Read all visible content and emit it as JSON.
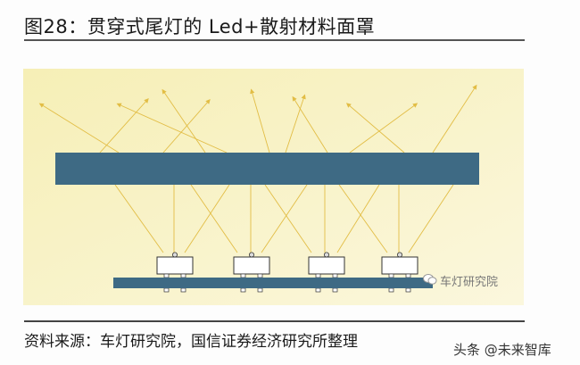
{
  "header": {
    "title": "图28：贯穿式尾灯的 Led+散射材料面罩"
  },
  "figure": {
    "watermark_inner": "车灯研究院",
    "colors": {
      "panel": "#f8f2c2",
      "bar": "#3e6a84",
      "ray": "#e2bd45",
      "led_fill": "#ffffff",
      "led_stroke": "#333333"
    }
  },
  "footer": {
    "source": "资料来源：车灯研究院，国信证券经济研究所整理",
    "watermark": "头条 @未来智库"
  }
}
